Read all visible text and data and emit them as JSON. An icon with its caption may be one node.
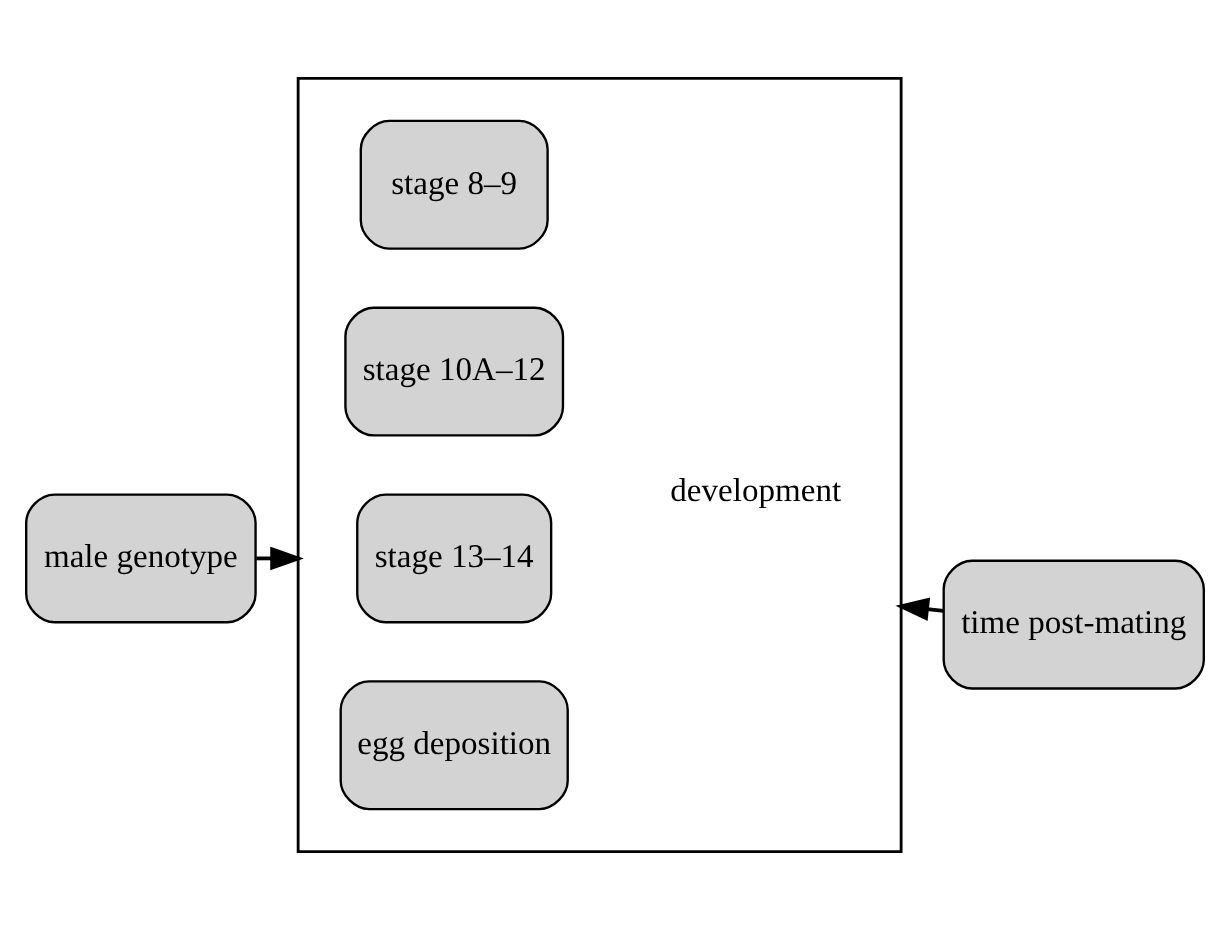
{
  "diagram": {
    "nodes": [
      {
        "text": [
          "male genotype"
        ]
      },
      {
        "text": [],
        "shape": "bracket"
      },
      {
        "text": [
          "stage 8–9"
        ],
        "in": 1
      },
      {
        "text": [
          "stage 10A–12"
        ],
        "in": 1
      },
      {
        "text": [
          "stage 13–14"
        ],
        "in": 1
      },
      {
        "text": [
          "egg deposition"
        ],
        "in": 1
      },
      {
        "text": [
          "time post-mating"
        ]
      }
    ],
    "edges": [
      {
        "from": 0,
        "to": 1,
        "arrow": "to"
      },
      {
        "from": 6,
        "to": 1,
        "arrow": "to"
      }
    ],
    "labels": [
      "development"
    ]
  }
}
